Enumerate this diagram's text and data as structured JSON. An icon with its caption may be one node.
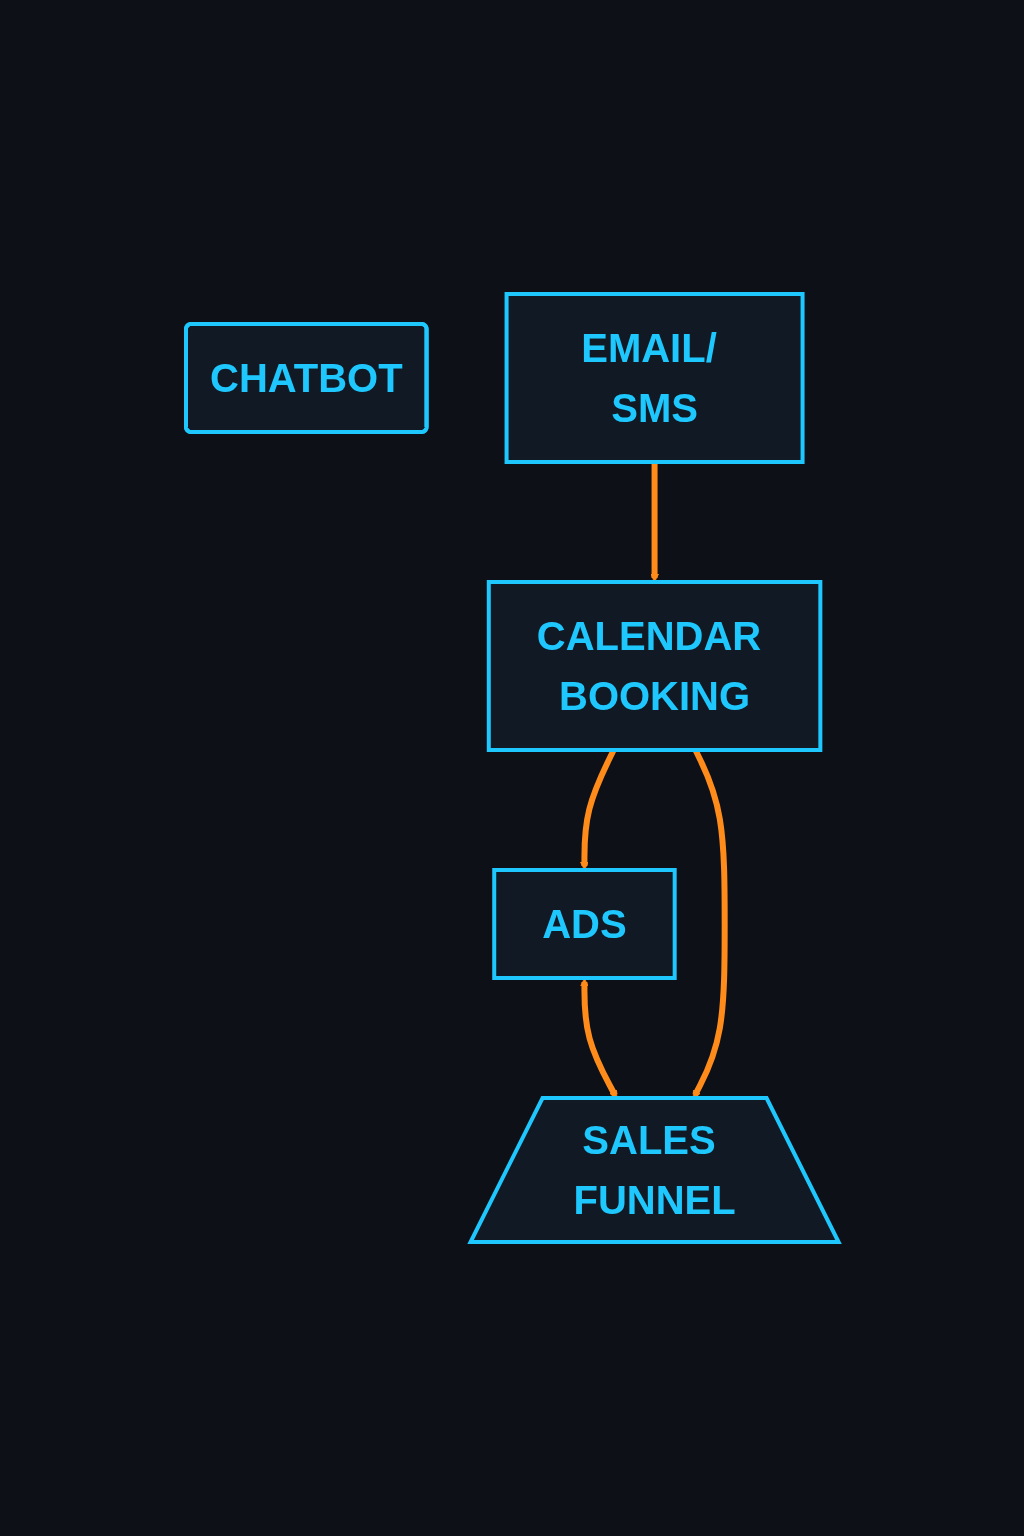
{
  "diagram": {
    "nodes": [
      {
        "text": [
          "ADS"
        ]
      },
      {
        "text": [
          "CHATBOT"
        ]
      },
      {
        "text": [
          "SALES FUNNEL"
        ]
      },
      {
        "text": [
          "EMAIL/ SMS"
        ]
      },
      {
        "text": [
          "CALENDAR BOOKING"
        ]
      }
    ],
    "edges": [
      {
        "from": 0,
        "to": 2,
        "arrow": "both"
      },
      {
        "from": 4,
        "to": 0,
        "arrow": "to"
      },
      {
        "from": 3,
        "to": 4,
        "arrow": "to"
      },
      {
        "from": 4,
        "to": 2,
        "arrow": "to"
      }
    ]
  }
}
